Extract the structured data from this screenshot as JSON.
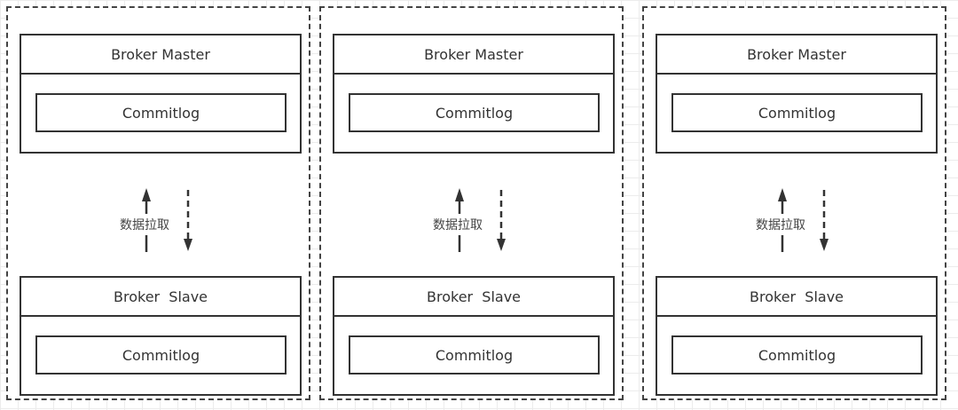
{
  "groups": [
    {
      "master": {
        "title": "Broker Master",
        "log": "Commitlog"
      },
      "slave": {
        "title": "Broker  Slave",
        "log": "Commitlog"
      },
      "sync_label": "数据拉取"
    },
    {
      "master": {
        "title": "Broker Master",
        "log": "Commitlog"
      },
      "slave": {
        "title": "Broker  Slave",
        "log": "Commitlog"
      },
      "sync_label": "数据拉取"
    },
    {
      "master": {
        "title": "Broker Master",
        "log": "Commitlog"
      },
      "slave": {
        "title": "Broker  Slave",
        "log": "Commitlog"
      },
      "sync_label": "数据拉取"
    }
  ]
}
